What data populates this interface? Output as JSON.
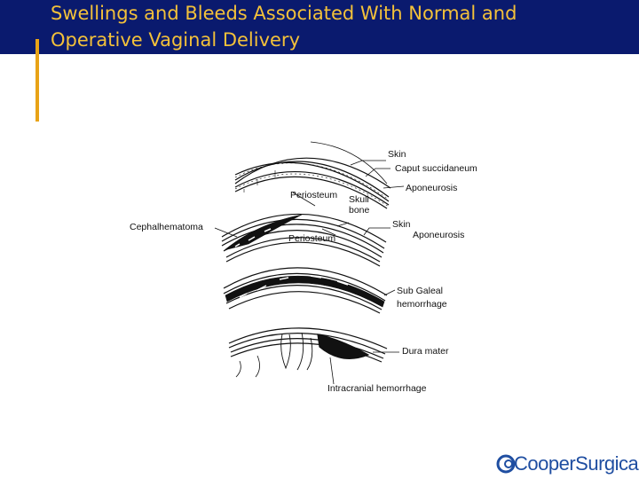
{
  "slide": {
    "title_line1": "Swellings and Bleeds Associated With Normal and",
    "title_line2": "Operative Vaginal Delivery"
  },
  "diagram": {
    "labels": {
      "skin_1": "Skin",
      "caput_succidaneum": "Caput succidaneum",
      "aponeurosis_1": "Aponeurosis",
      "periosteum_1": "Periosteum",
      "skull_bone": "Skull bone",
      "cephalhematoma": "Cephalhematoma",
      "skin_2": "Skin",
      "aponeurosis_2": "Aponeurosis",
      "periosteum_2": "Periosteum",
      "sub_galeal_hemorrhage": "Sub Galeal hemorrhage",
      "dura_mater": "Dura mater",
      "intracranial_hemorrhage": "Intracranial hemorrhage"
    }
  },
  "logo": {
    "text": "CooperSurgical",
    "color": "#1f4ea1"
  },
  "colors": {
    "title_bar": "#0a1a6e",
    "title_text": "#f3c13a",
    "accent_bar": "#e8a317"
  }
}
